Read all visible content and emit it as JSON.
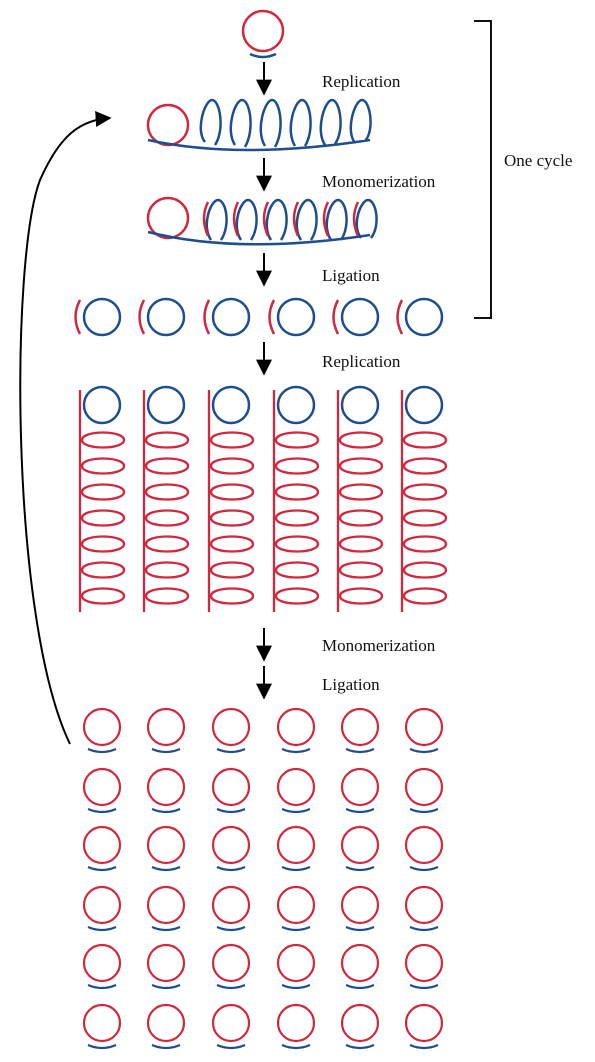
{
  "labels": {
    "replication_1": "Replication",
    "monomerization_1": "Monomerization",
    "ligation_1": "Ligation",
    "replication_2": "Replication",
    "monomerization_2": "Monomerization",
    "ligation_2": "Ligation",
    "cycle": "One cycle"
  },
  "colors": {
    "red_strand": "#d0283e",
    "blue_strand": "#1f4e8c",
    "arrow": "#000000"
  }
}
